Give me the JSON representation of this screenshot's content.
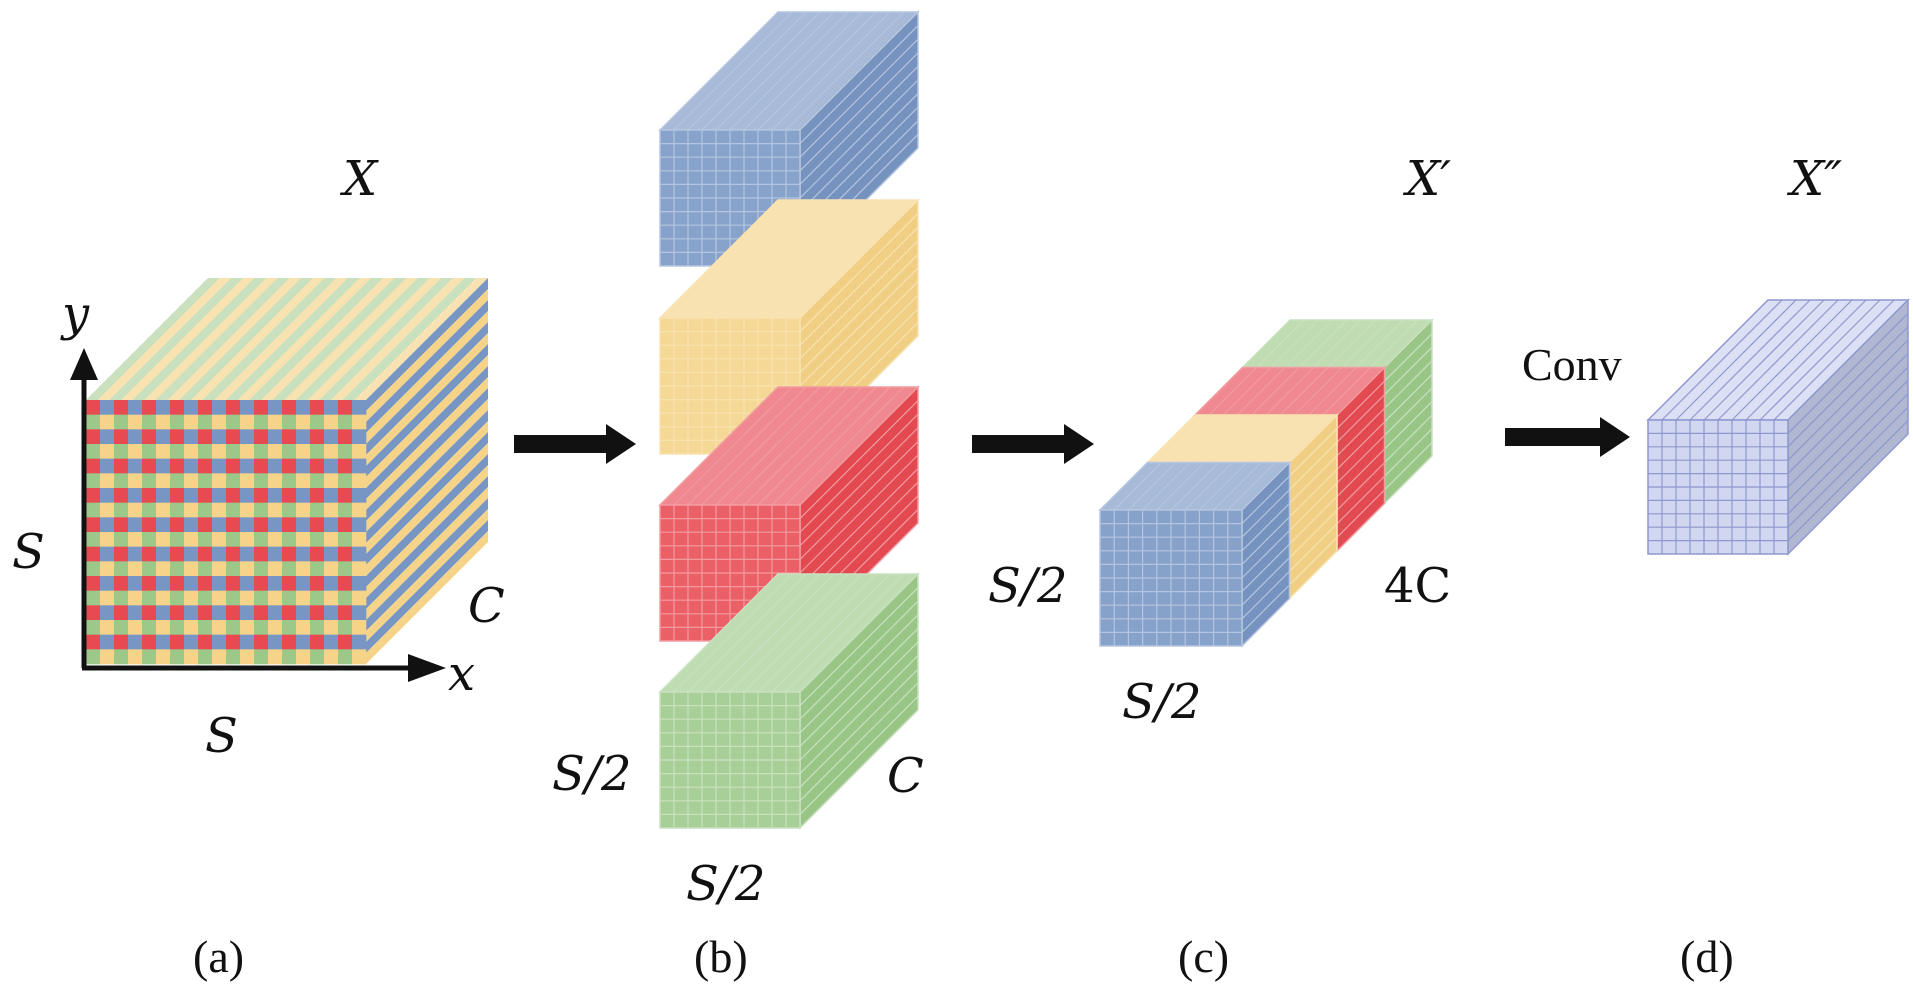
{
  "panels": {
    "a": {
      "caption": "(a)",
      "tensor_label": "X",
      "axis_y": "y",
      "axis_x": "x",
      "height_label": "S",
      "width_label": "S",
      "depth_label": "C"
    },
    "b": {
      "caption": "(b)",
      "height_label": "S/2",
      "width_label": "S/2",
      "depth_label": "C",
      "slices": [
        "blue",
        "yellow",
        "red",
        "green"
      ]
    },
    "c": {
      "caption": "(c)",
      "tensor_label": "X′",
      "height_label": "S/2",
      "width_label": "S/2",
      "depth_label": "4C"
    },
    "d": {
      "caption": "(d)",
      "tensor_label": "X″",
      "operation_label": "Conv"
    }
  },
  "colors": {
    "blue": "#7896c4",
    "yellow": "#f5d388",
    "red": "#e84a52",
    "green": "#9cc98a",
    "lavender": "#c9cfee",
    "arrow": "#111111"
  }
}
